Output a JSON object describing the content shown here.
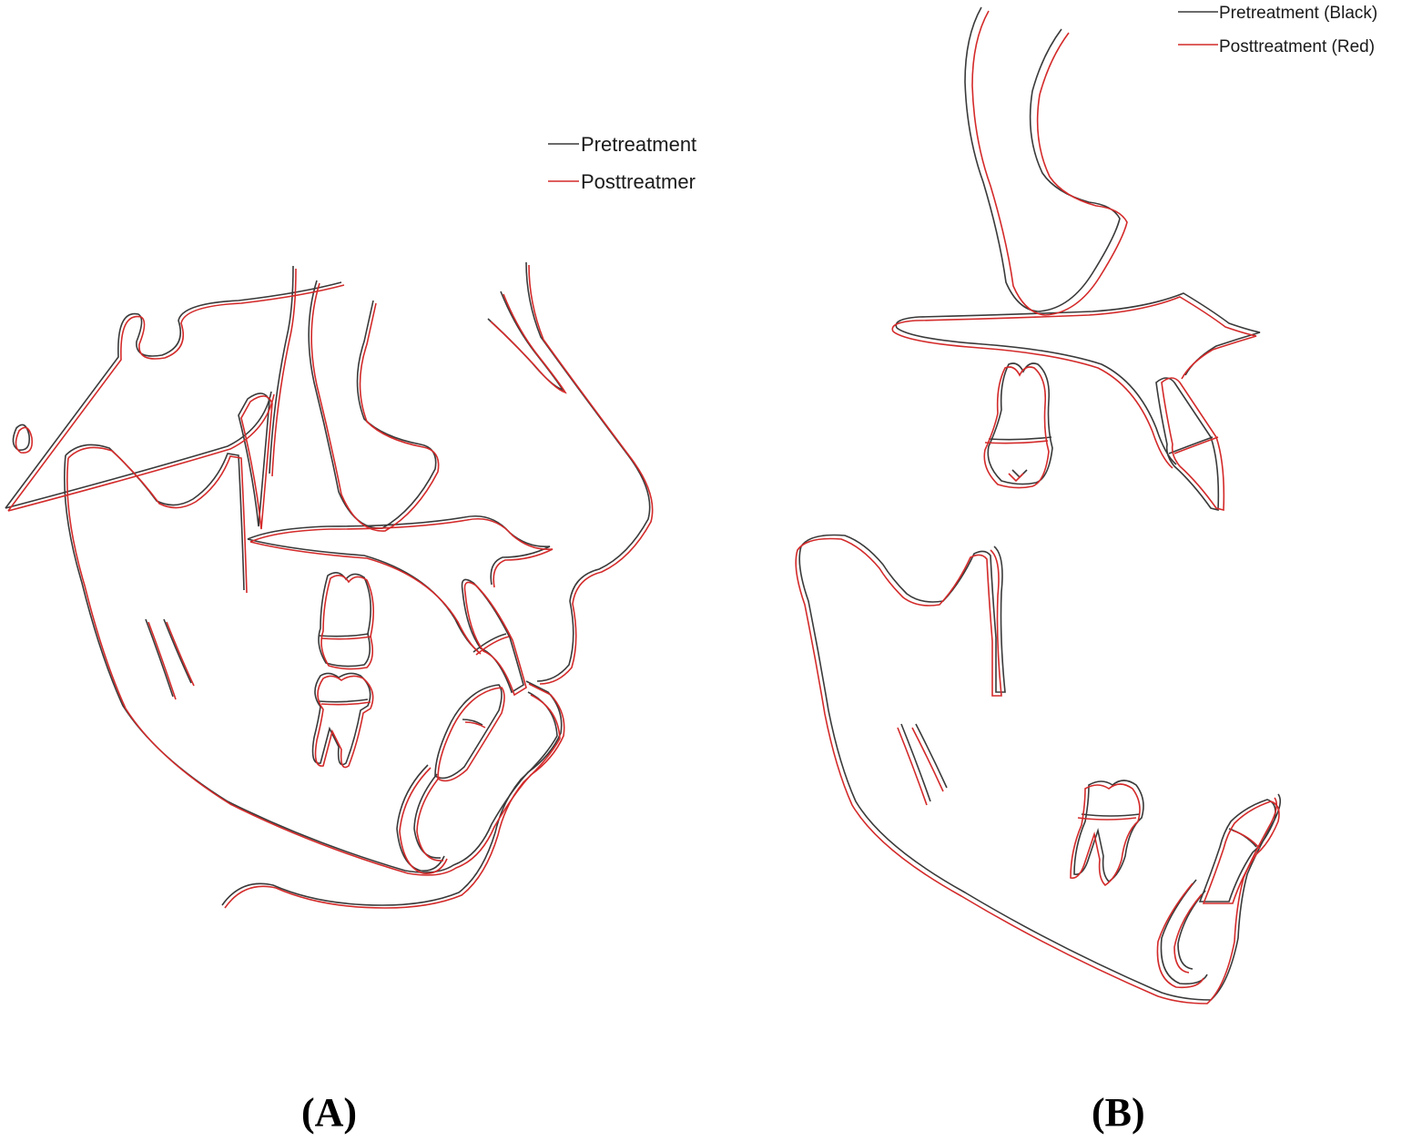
{
  "panels": {
    "a": {
      "label": "(A)",
      "legend": {
        "pretreatment": "Pretreatment",
        "posttreatment": "Posttreatmer"
      }
    },
    "b": {
      "label": "(B)",
      "legend": {
        "pretreatment": "Pretreatment (Black)",
        "posttreatment": "Posttreatment (Red)"
      }
    }
  },
  "colors": {
    "pretreatment": "#3a3a3a",
    "posttreatment": "#d42a2a",
    "background": "#ffffff"
  }
}
